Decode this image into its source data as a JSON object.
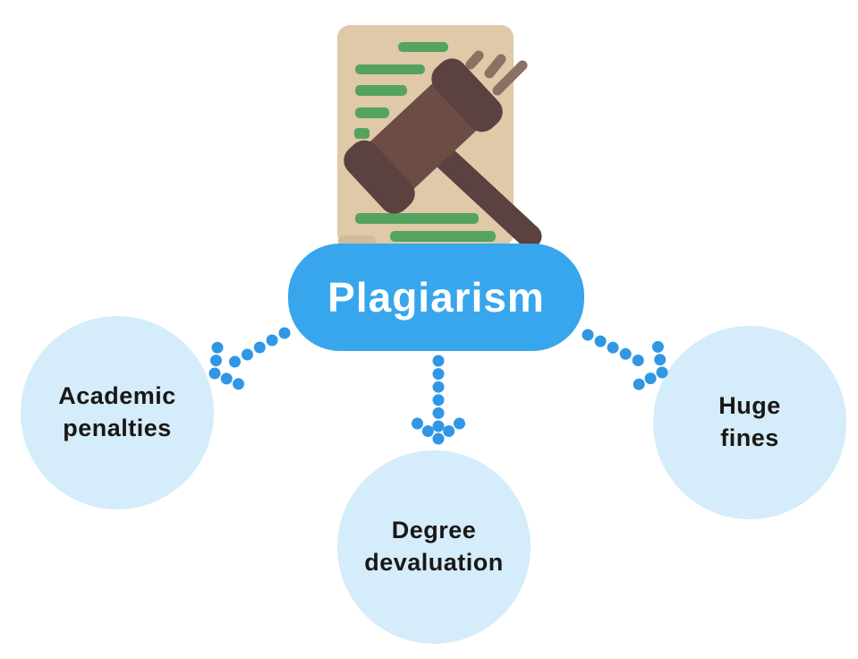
{
  "title": "Plagiarism",
  "icon": "gavel-on-document",
  "nodes": [
    {
      "id": "academic-penalties",
      "lines": [
        "Academic",
        "penalties"
      ]
    },
    {
      "id": "degree-devaluation",
      "lines": [
        "Degree",
        "devaluation"
      ]
    },
    {
      "id": "huge-fines",
      "lines": [
        "Huge",
        "fines"
      ]
    }
  ],
  "colors": {
    "background": "#ffffff",
    "accent": "#38a6ed",
    "dot": "#3097e4",
    "node_fill": "#d5ecfa",
    "node_text": "#1a1714",
    "title_text": "#ffffff",
    "paper": "#dfc9a9",
    "paper_edge": "#d2bb9b",
    "doc_line": "#55a35f",
    "gavel_light": "#6d4c45",
    "gavel_dark": "#5b4140",
    "impact_line": "#8a7164"
  }
}
